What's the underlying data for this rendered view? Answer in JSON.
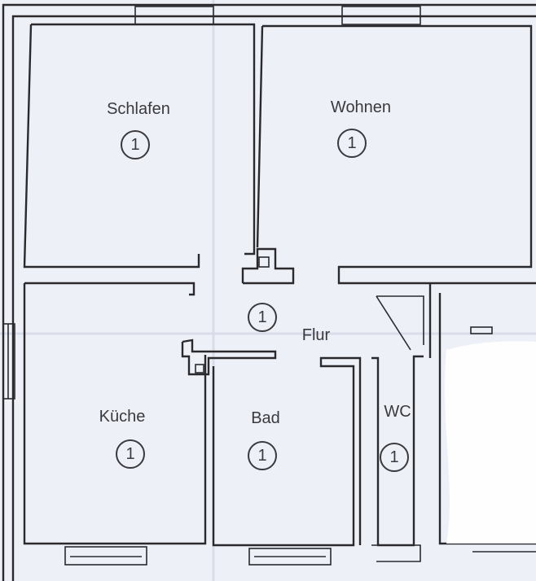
{
  "rooms": [
    {
      "id": "schlafen",
      "label": "Schlafen",
      "number": "1"
    },
    {
      "id": "wohnen",
      "label": "Wohnen",
      "number": "1"
    },
    {
      "id": "flur",
      "label": "Flur",
      "number": "1"
    },
    {
      "id": "kueche",
      "label": "Küche",
      "number": "1"
    },
    {
      "id": "bad",
      "label": "Bad",
      "number": "1"
    },
    {
      "id": "wc",
      "label": "WC",
      "number": "1"
    }
  ],
  "colors": {
    "paper": "#eef0f7",
    "ink": "#2a2a2e",
    "shadow": "#ffffff"
  }
}
